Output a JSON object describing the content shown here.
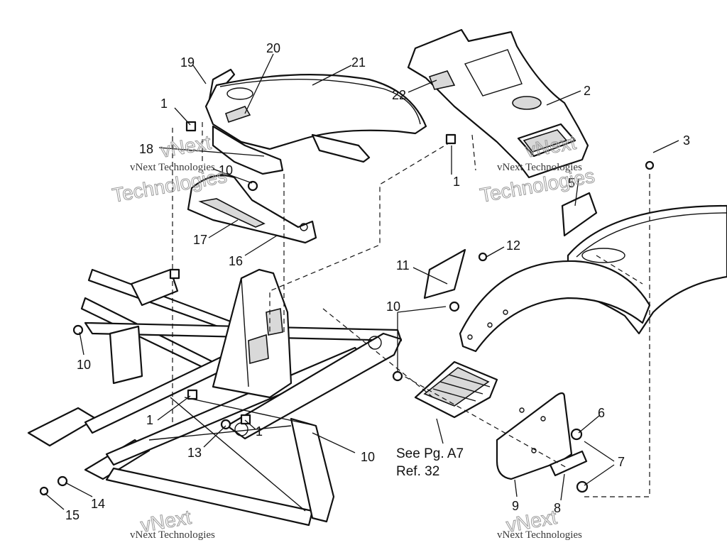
{
  "callouts": {
    "n1a": "1",
    "n1b": "1",
    "n1c": "1",
    "n1d": "1",
    "n2": "2",
    "n3": "3",
    "n5": "5",
    "n6": "6",
    "n7": "7",
    "n8": "8",
    "n9": "9",
    "n10a": "10",
    "n10b": "10",
    "n10c": "10",
    "n10d": "10",
    "n11": "11",
    "n12": "12",
    "n13": "13",
    "n14": "14",
    "n15": "15",
    "n16": "16",
    "n17": "17",
    "n18": "18",
    "n19": "19",
    "n20": "20",
    "n21": "21",
    "n22": "22"
  },
  "reference": {
    "line1": "See Pg. A7",
    "line2": "Ref. 32"
  },
  "watermark": {
    "brand_line": "vNext Technologies",
    "word_1": "vNext",
    "word_2": "Technologies"
  }
}
